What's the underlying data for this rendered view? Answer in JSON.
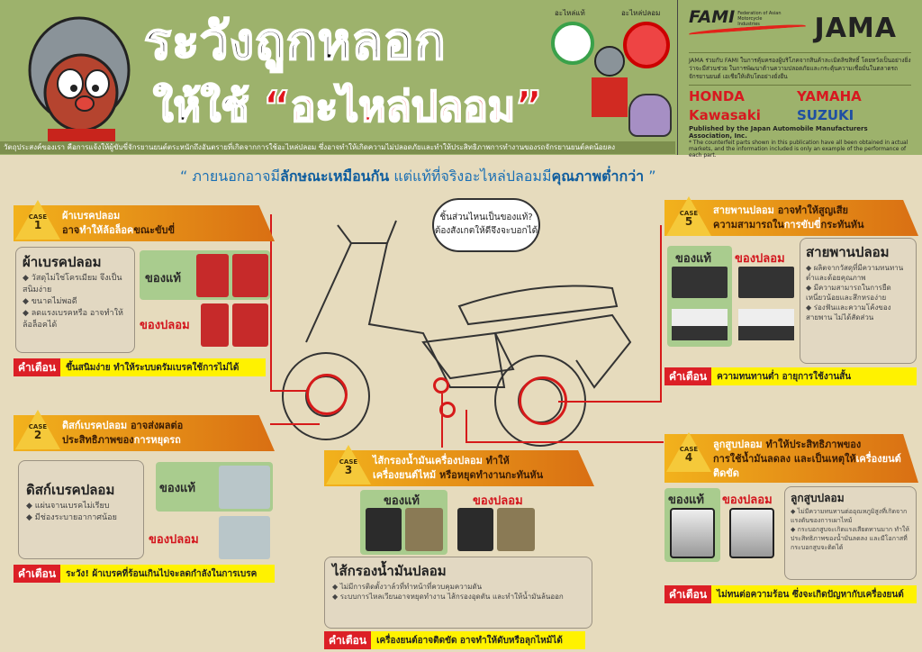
{
  "header": {
    "title_line1": "ระวังถูกหลอก",
    "title_line2_prefix": "ให้ใช้",
    "title_line2_highlight": "“อะไหล่ปลอม”",
    "purpose": "วัตถุประสงค์ของเรา คือการแจ้งให้ผู้ขับขี่จักรยานยนต์ตระหนักถึงอันตรายที่เกิดจากการใช้อะไหล่ปลอม ซึ่งอาจทำให้เกิดความไม่ปลอดภัยและทำให้ประสิทธิภาพการทำงานของรถจักรยานยนต์ลดน้อยลง",
    "genuine_badge": "อะไหล่แท้",
    "fake_badge": "อะไหล่ปลอม"
  },
  "orgs": {
    "fami": "FAMI",
    "fami_sub": "Federation of Asian Motorcycle Industries",
    "jama": "JAMA",
    "description": "JAMA ร่วมกับ FAMI ในการคุ้มครองผู้บริโภคจากสินค้าละเมิดลิขสิทธิ์ โดยหวังเป็นอย่างยิ่งว่าจะมีส่วนช่วย ในการพัฒนาด้านความปลอดภัยและกระตุ้นความเชื่อมั่นในตลาดรถจักรยานยนต์ เอเชียให้เติบโตอย่างยั่งยืน",
    "brands": [
      "HONDA",
      "YAMAHA",
      "Kawasaki",
      "SUZUKI"
    ],
    "brand_colors": [
      "#d71920",
      "#d71920",
      "#d71920",
      "#1f4fa3"
    ],
    "published": "Published by the Japan Automobile Manufacturers Association, Inc.",
    "note": "* The counterfeit parts shown in this publication have all been obtained in actual markets, and the information included is only an example of the performance of each part."
  },
  "quote": {
    "open": "“ ภายนอกอาจมี",
    "b1": "ลักษณะเหมือนกัน",
    "mid": " แต่แท้ที่จริงอะไหล่ปลอมมี",
    "b2": "คุณภาพต่ำกว่า",
    "close": " ”"
  },
  "cloud": {
    "line1": "ชิ้นส่วนไหนเป็นของแท้?",
    "line2": "ต้องสังเกตให้ดีจึงจะบอกได้"
  },
  "labels": {
    "case": "CASE",
    "genuine": "ของแท้",
    "fake": "ของปลอม",
    "warning": "คำเตือน"
  },
  "cases": [
    {
      "num": "1",
      "h1": "ผ้าเบรคปลอม",
      "h2a": "อาจ",
      "h2b": "ทำให้ล้อล็อค",
      "h2c": "ขณะขับขี่",
      "title": "ผ้าเบรคปลอม",
      "bullets": [
        "วัสดุไม่ใช่โครเมียม จึงเป็นสนิมง่าย",
        "ขนาดไม่พอดี",
        "ลดแรงเบรคหรือ อาจทำให้ล้อล็อคได้"
      ],
      "warning": "ขึ้นสนิมง่าย ทำให้ระบบดรัมเบรคใช้การไม่ได้"
    },
    {
      "num": "2",
      "h1": "ดิสก์เบรคปลอม",
      "h1b": " อาจส่งผลต่อ",
      "h2a": "ประสิทธิภาพของ",
      "h2b": "การหยุดรถ",
      "title": "ดิสก์เบรคปลอม",
      "bullets": [
        "แผ่นจานเบรคไม่เรียบ",
        "มีช่องระบายอากาศน้อย"
      ],
      "warning": "ระวัง! ผ้าเบรคที่ร้อนเกินไปจะลดกำลังในการเบรค"
    },
    {
      "num": "3",
      "h1": "ไส้กรองน้ำมันเครื่องปลอม",
      "h1b": " ทำให้",
      "h2a": "เครื่องยนต์ไหม้",
      "h2b": " หรือหยุดทำงานกะทันหัน",
      "title": "ไส้กรองน้ำมันปลอม",
      "bullets": [
        "ไม่มีการติดตั้งวาล์วที่ทำหน้าที่ควบคุมความดัน",
        "ระบบการไหลเวียนอาจหยุดทำงาน ไส้กรองอุดตัน และทำให้น้ำมันล้นออก"
      ],
      "warning": "เครื่องยนต์อาจติดขัด อาจทำให้ดับหรือลุกไหม้ได้"
    },
    {
      "num": "4",
      "h1": "ลูกสูบปลอม",
      "h1b": " ทำให้ประสิทธิภาพของ",
      "h2a": "การใช้น้ำมันลดลง และเป็นเหตุให้",
      "h2b": "เครื่องยนต์ติดขัด",
      "title": "ลูกสูบปลอม",
      "bullets": [
        "ไม่มีความทนทานต่ออุณหภูมิสูงที่เกิดจากแรงดันของการเผาไหม้",
        "กระบอกสูบจะเกิดแรงเสียดทานมาก ทำให้ประสิทธิภาพของน้ำมันลดลง และมีโอกาสที่กระบอกสูบจะติดได้"
      ],
      "warning": "ไม่ทนต่อความร้อน ซึ่งจะเกิดปัญหากับเครื่องยนต์"
    },
    {
      "num": "5",
      "h1": "สายพานปลอม",
      "h1b": " อาจทำให้สูญเสีย",
      "h2a": "ความสามารถใน",
      "h2b": "การขับขี่",
      "h2c": "กระทันหัน",
      "title": "สายพานปลอม",
      "bullets": [
        "ผลิตจากวัสดุที่มีความทนทานต่ำและด้อยคุณภาพ",
        "มีความสามารถในการยืดเหนี่ยวน้อยและสึกหรอง่าย",
        "ร่องฟันและความโค้งของสายพาน ไม่ได้สัดส่วน"
      ],
      "warning": "ความทนทานต่ำ อายุการใช้งานสั้น"
    }
  ]
}
